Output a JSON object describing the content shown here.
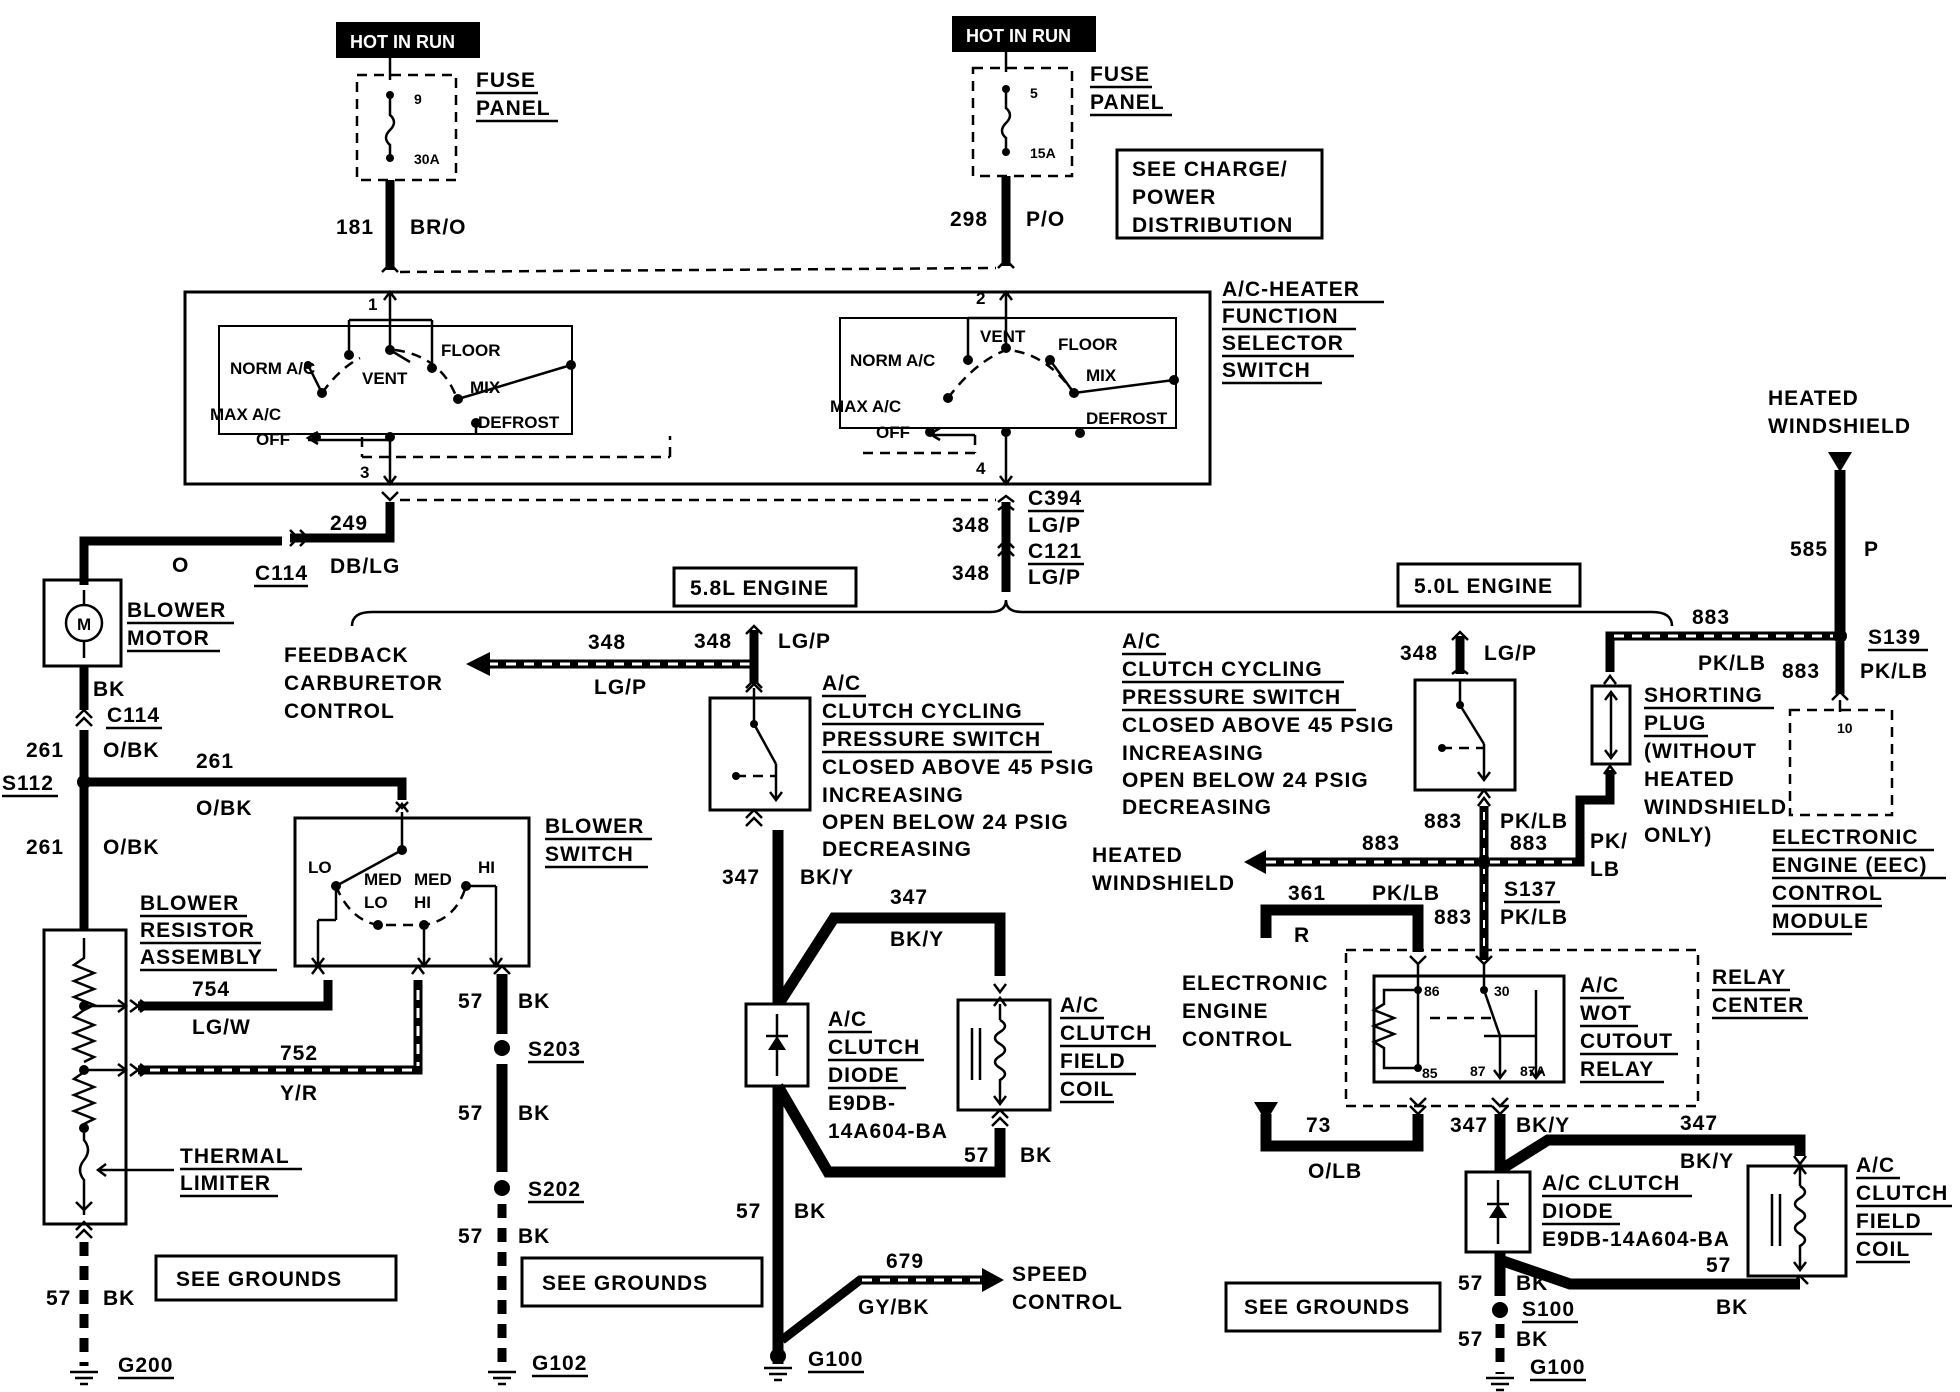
{
  "hot_in_run_1": "HOT IN RUN",
  "hot_in_run_2": "HOT IN RUN",
  "fuse_panel_1": {
    "line1": "FUSE",
    "line2": "PANEL",
    "fuse_num": "9",
    "amp": "30A"
  },
  "fuse_panel_2": {
    "line1": "FUSE",
    "line2": "PANEL",
    "fuse_num": "5",
    "amp": "15A"
  },
  "see_charge": {
    "line1": "SEE CHARGE/",
    "line2": "POWER",
    "line3": "DISTRIBUTION"
  },
  "wires": {
    "w181": "181",
    "w181_color": "BR/O",
    "w298": "298",
    "w298_color": "P/O",
    "w249": "249",
    "w249_color": "DB/LG",
    "w_o": "O",
    "c114_top": "C114",
    "w348_a": "348",
    "c394": "C394",
    "c394_color": "LG/P",
    "w348_b": "348",
    "c121": "C121",
    "c121_color": "LG/P",
    "blower_bk": "BK",
    "c114_bottom": "C114",
    "w261_a": "261",
    "w261_a_color": "O/BK",
    "s112": "S112",
    "w261_b": "261",
    "w261_b_color": "O/BK",
    "w261_c": "261",
    "w261_c_color": "O/BK",
    "w754": "754",
    "w754_color": "LG/W",
    "w752": "752",
    "w752_color": "Y/R",
    "w57_a": "57",
    "w57_a_color": "BK",
    "s203": "S203",
    "w57_b": "57",
    "w57_b_color": "BK",
    "s202": "S202",
    "w57_c": "57",
    "w57_c_color": "BK",
    "w57_d": "57",
    "w57_d_color": "BK",
    "g200": "G200",
    "g102": "G102",
    "w348_c": "348",
    "w348_d": "348",
    "w348_d_color": "LG/P",
    "w348_c_color": "LG/P",
    "w347_a": "347",
    "w347_a_color": "BK/Y",
    "w347_b": "347",
    "w347_b_color": "BK/Y",
    "w57_e": "57",
    "w57_e_color": "BK",
    "w57_f": "57",
    "w57_f_color": "BK",
    "w679": "679",
    "w679_color": "GY/BK",
    "g100_a": "G100",
    "w348_e": "348",
    "w348_e_color": "LG/P",
    "w883_a": "883",
    "w883_b": "883",
    "w883_b_color": "PK/LB",
    "w883_c": "883",
    "w883_c_color": "PK/LB",
    "w883_d": "883",
    "w883_e": "883",
    "pklb_1": "PK/",
    "pklb_2": "LB",
    "w585": "585",
    "w585_color": "P",
    "s139": "S139",
    "w883_f": "883",
    "w883_f_color": "PK/LB",
    "w361": "361",
    "w361_color": "PK/LB",
    "w_r": "R",
    "s137": "S137",
    "s137_color": "PK/LB",
    "w883_g": "883",
    "w73": "73",
    "w73_color": "O/LB",
    "w347_c": "347",
    "w347_c_color": "BK/Y",
    "w347_d": "347",
    "w347_d_color": "BK/Y",
    "w57_g": "57",
    "w57_g_color": "BK",
    "w57_h": "57",
    "w57_h_color": "BK",
    "s100": "S100",
    "w57_i": "57",
    "w57_i_color": "BK",
    "g100_b": "G100",
    "w57_j": "57",
    "w57_j_color": "BK"
  },
  "selector": {
    "title1": "A/C-HEATER",
    "title2": "FUNCTION",
    "title3": "SELECTOR",
    "title4": "SWITCH",
    "pin1": "1",
    "pin2": "2",
    "pin3": "3",
    "pin4": "4",
    "l_norm": "NORM A/C",
    "l_vent": "VENT",
    "l_floor": "FLOOR",
    "l_mix": "MIX",
    "l_max": "MAX A/C",
    "l_off": "OFF",
    "l_defrost": "DEFROST",
    "r_norm": "NORM A/C",
    "r_vent": "VENT",
    "r_floor": "FLOOR",
    "r_mix": "MIX",
    "r_max": "MAX A/C",
    "r_off": "OFF",
    "r_defrost": "DEFROST"
  },
  "blower_motor": {
    "line1": "BLOWER",
    "line2": "MOTOR",
    "symbol": "M"
  },
  "feedback": {
    "line1": "FEEDBACK",
    "line2": "CARBURETOR",
    "line3": "CONTROL"
  },
  "engine_58": "5.8L ENGINE",
  "engine_50": "5.0L ENGINE",
  "blower_switch": {
    "line1": "BLOWER",
    "line2": "SWITCH",
    "lo": "LO",
    "med_lo_1": "MED",
    "med_lo_2": "LO",
    "med_hi_1": "MED",
    "med_hi_2": "HI",
    "hi": "HI"
  },
  "blower_resistor": {
    "line1": "BLOWER",
    "line2": "RESISTOR",
    "line3": "ASSEMBLY"
  },
  "thermal_limiter": {
    "line1": "THERMAL",
    "line2": "LIMITER"
  },
  "see_grounds_1": "SEE GROUNDS",
  "see_grounds_2": "SEE GROUNDS",
  "see_grounds_3": "SEE GROUNDS",
  "pressure_sw_1": {
    "line1": "A/C",
    "line2": "CLUTCH  CYCLING",
    "line3": "PRESSURE SWITCH",
    "line4": "CLOSED ABOVE 45 PSIG",
    "line5": "INCREASING",
    "line6": "OPEN BELOW 24 PSIG",
    "line7": "DECREASING"
  },
  "pressure_sw_2": {
    "line1": "A/C",
    "line2": "CLUTCH  CYCLING",
    "line3": "PRESSURE SWITCH",
    "line4": "CLOSED ABOVE 45 PSIG",
    "line5": "INCREASING",
    "line6": "OPEN BELOW 24 PSIG",
    "line7": "DECREASING"
  },
  "diode_1": {
    "line1": "A/C",
    "line2": "CLUTCH",
    "line3": "DIODE",
    "line4": "E9DB-",
    "line5": "14A604-BA"
  },
  "coil_1": {
    "line1": "A/C",
    "line2": "CLUTCH",
    "line3": "FIELD",
    "line4": "COIL"
  },
  "speed_control": {
    "line1": "SPEED",
    "line2": "CONTROL"
  },
  "heated_ws_top": {
    "line1": "HEATED",
    "line2": "WINDSHIELD"
  },
  "heated_ws_mid": {
    "line1": "HEATED",
    "line2": "WINDSHIELD"
  },
  "shorting_plug": {
    "line1": "SHORTING",
    "line2": "PLUG",
    "line3": "(WITHOUT",
    "line4": "HEATED",
    "line5": "WINDSHIELD",
    "line6": "ONLY)"
  },
  "eec": {
    "line1": "ELECTRONIC",
    "line2": "ENGINE (EEC)",
    "line3": "CONTROL",
    "line4": "MODULE",
    "pin": "10"
  },
  "eng_control": {
    "line1": "ELECTRONIC",
    "line2": "ENGINE",
    "line3": "CONTROL"
  },
  "wot_relay": {
    "line1": "A/C",
    "line2": "WOT",
    "line3": "CUTOUT",
    "line4": "RELAY",
    "p86": "86",
    "p30": "30",
    "p85": "85",
    "p87": "87",
    "p87a": "87A"
  },
  "relay_center": {
    "line1": "RELAY",
    "line2": "CENTER"
  },
  "diode_2": {
    "line1": "A/C CLUTCH",
    "line2": "DIODE",
    "line3": "E9DB-14A604-BA"
  },
  "coil_2": {
    "line1": "A/C",
    "line2": "CLUTCH",
    "line3": "FIELD",
    "line4": "COIL"
  }
}
